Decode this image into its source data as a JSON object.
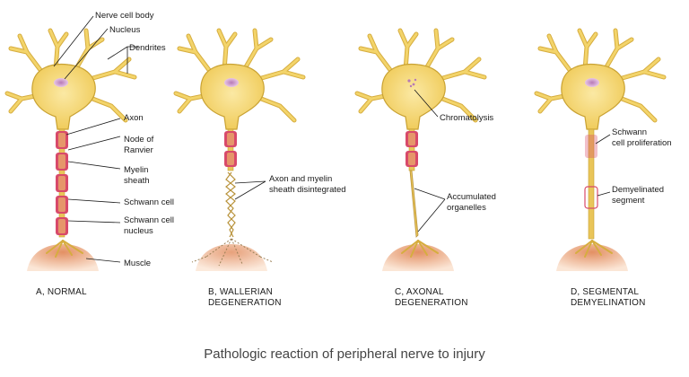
{
  "caption": "Pathologic reaction of peripheral nerve to injury",
  "panels": [
    {
      "letter_label": "A, NORMAL",
      "line2": ""
    },
    {
      "letter_label": "B, WALLERIAN",
      "line2": "DEGENERATION"
    },
    {
      "letter_label": "C, AXONAL",
      "line2": "DEGENERATION"
    },
    {
      "letter_label": "D, SEGMENTAL",
      "line2": "DEMYELINATION"
    }
  ],
  "labels": {
    "nerve_cell_body": "Nerve cell body",
    "nucleus": "Nucleus",
    "dendrites": "Dendrites",
    "axon": "Axon",
    "node_of_ranvier_1": "Node of",
    "node_of_ranvier_2": "Ranvier",
    "myelin_sheath_1": "Myelin",
    "myelin_sheath_2": "sheath",
    "schwann_cell": "Schwann cell",
    "schwann_nucleus_1": "Schwann cell",
    "schwann_nucleus_2": "nucleus",
    "muscle": "Muscle",
    "disintegrated_1": "Axon and myelin",
    "disintegrated_2": "sheath disintegrated",
    "chromatolysis": "Chromatolysis",
    "accumulated_1": "Accumulated",
    "accumulated_2": "organelles",
    "schwann_prolif_1": "Schwann",
    "schwann_prolif_2": "cell proliferation",
    "demyelinated_1": "Demyelinated",
    "demyelinated_2": "segment"
  },
  "colors": {
    "cell": "#f3d46a",
    "cell_outline": "#c9a233",
    "nucleus": "#c896c4",
    "myelin": "#d84a6a",
    "muscle": "#e8a27a",
    "muscle_light": "#f6dcc6"
  }
}
